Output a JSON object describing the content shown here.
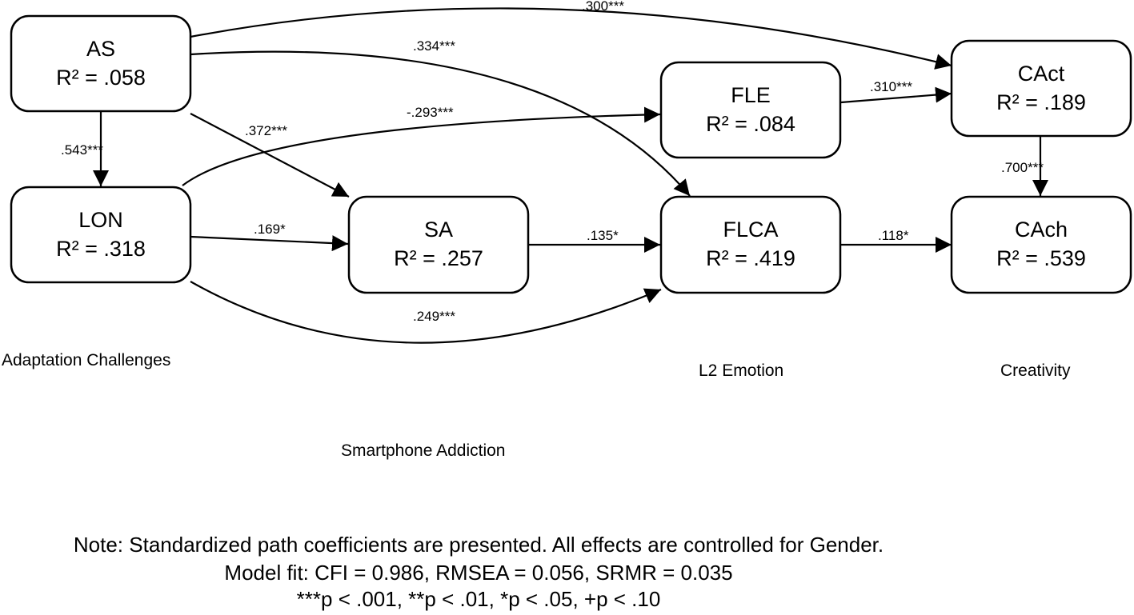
{
  "nodes": {
    "as": {
      "name": "AS",
      "r2": "R² = .058"
    },
    "lon": {
      "name": "LON",
      "r2": "R² = .318"
    },
    "sa": {
      "name": "SA",
      "r2": "R² = .257"
    },
    "fle": {
      "name": "FLE",
      "r2": "R² = .084"
    },
    "flca": {
      "name": "FLCA",
      "r2": "R² = .419"
    },
    "cact": {
      "name": "CAct",
      "r2": "R² = .189"
    },
    "cach": {
      "name": "CAch",
      "r2": "R² = .539"
    }
  },
  "paths": {
    "as_cact": ".300***",
    "as_flca": ".334***",
    "lon_fle": "-.293***",
    "as_sa": ".372***",
    "as_lon": ".543***",
    "fle_cact": ".310***",
    "cact_cach": ".700***",
    "lon_sa": ".169*",
    "sa_flca": ".135*",
    "flca_cach": ".118*",
    "lon_flca": ".249***"
  },
  "groups": {
    "adaptation": "Adaptation Challenges",
    "emotion": "L2 Emotion",
    "creativity": "Creativity",
    "smartphone": "Smartphone Addiction"
  },
  "note": {
    "line1": "Note: Standardized path coefficients are presented. All effects are controlled for Gender.",
    "line2": "Model fit: CFI = 0.986, RMSEA = 0.056, SRMR = 0.035",
    "line3": "***p < .001, **p < .01, *p < .05, +p < .10"
  }
}
